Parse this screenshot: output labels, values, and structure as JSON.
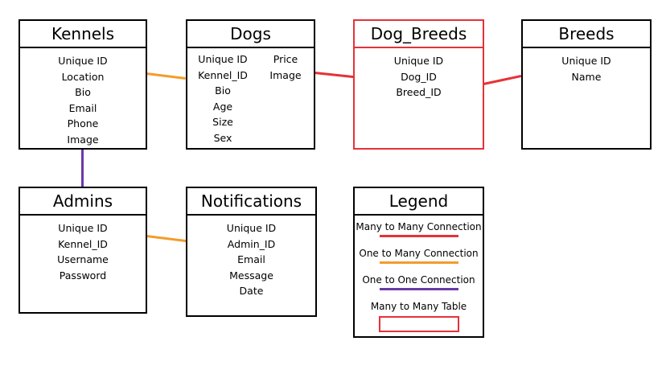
{
  "colors": {
    "many_to_many": "#e53238",
    "one_to_many": "#f39c2b",
    "one_to_one": "#6a3aa6",
    "border": "#000000"
  },
  "tables": {
    "kennels": {
      "title": "Kennels",
      "fields": [
        "Unique ID",
        "Location",
        "Bio",
        "Email",
        "Phone",
        "Image"
      ]
    },
    "dogs": {
      "title": "Dogs",
      "fields_left": [
        "Unique ID",
        "Kennel_ID",
        "Bio",
        "Age",
        "Size",
        "Sex"
      ],
      "fields_right": [
        "Price",
        "Image"
      ]
    },
    "dog_breeds": {
      "title": "Dog_Breeds",
      "fields": [
        "Unique ID",
        "Dog_ID",
        "Breed_ID"
      ]
    },
    "breeds": {
      "title": "Breeds",
      "fields": [
        "Unique ID",
        "Name"
      ]
    },
    "admins": {
      "title": "Admins",
      "fields": [
        "Unique ID",
        "Kennel_ID",
        "Username",
        "Password"
      ]
    },
    "notifications": {
      "title": "Notifications",
      "fields": [
        "Unique ID",
        "Admin_ID",
        "Email",
        "Message",
        "Date"
      ]
    }
  },
  "legend": {
    "title": "Legend",
    "items": [
      "Many to Many Connection",
      "One to Many Connection",
      "One to One Connection",
      "Many to Many Table"
    ]
  }
}
